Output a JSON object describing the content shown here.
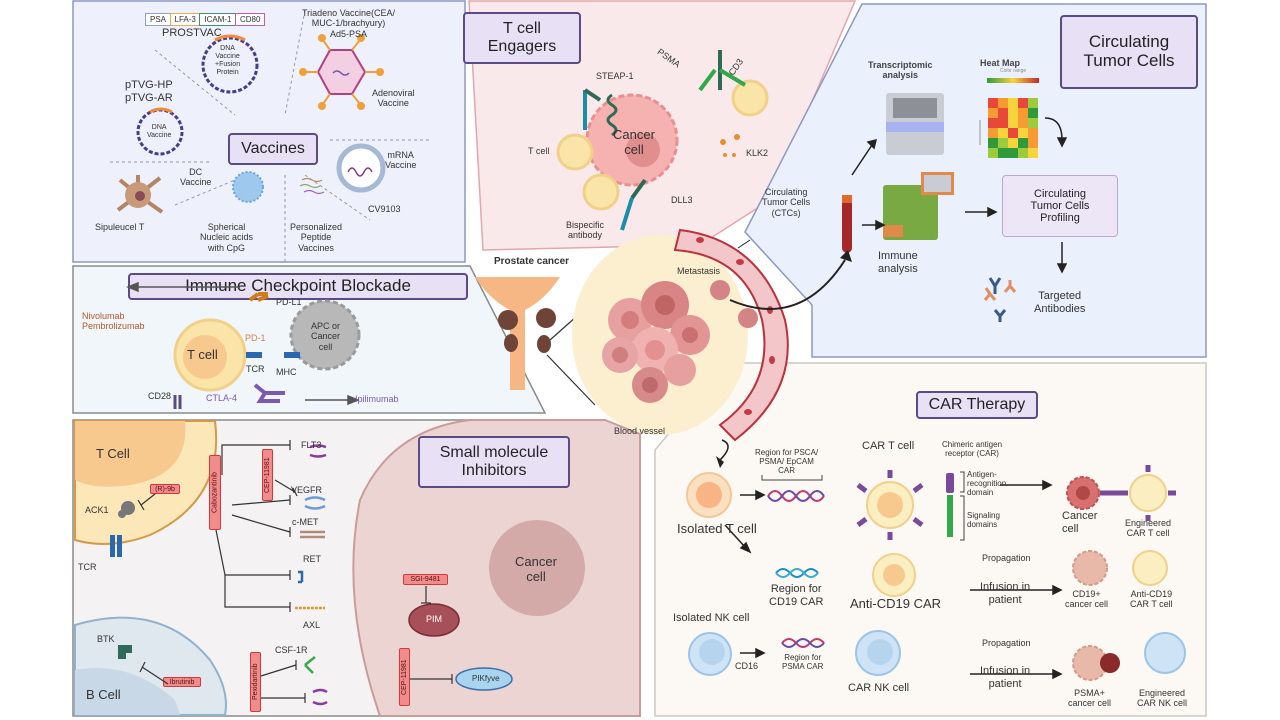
{
  "center": {
    "prostate_cancer_label": "Prostate cancer",
    "metastasis_label": "Metastasis",
    "blood_vessel_label": "Blood vessel",
    "ctc_label": [
      "Circulating",
      "Tumor Cells",
      "(CTCs)"
    ]
  },
  "vaccines": {
    "title": "Vaccines",
    "prostvac_tags": [
      {
        "text": "PSA",
        "color": "#8fa3c8"
      },
      {
        "text": "LFA-3",
        "color": "#e5b04a"
      },
      {
        "text": "ICAM-1",
        "color": "#3f8f7a"
      },
      {
        "text": "CD80",
        "color": "#c45cb0"
      }
    ],
    "prostvac_label": "PROSTVAC",
    "prostvac_plasmid": [
      "DNA",
      "Vaccine",
      "+Fusion",
      "Protein"
    ],
    "triadeno_label": [
      "Triadeno Vaccine(CEA/",
      "MUC-1/brachyury)",
      "Ad5-PSA"
    ],
    "adenoviral_label": [
      "Adenoviral",
      "Vaccine"
    ],
    "ptvg_label": [
      "pTVG-HP",
      "pTVG-AR"
    ],
    "dna_vaccine_label": [
      "DNA",
      "Vaccine"
    ],
    "mrna_label": [
      "mRNA",
      "Vaccine"
    ],
    "dc_label": [
      "DC",
      "Vaccine"
    ],
    "cv9103_label": "CV9103",
    "sipuleucel_label": "Sipuleucel T",
    "sna_label": [
      "Spherical",
      "Nucleic acids",
      "with CpG"
    ],
    "peptide_label": [
      "Personalized",
      "Peptide",
      "Vaccines"
    ]
  },
  "t_cell_engagers": {
    "title": [
      "T cell",
      "Engagers"
    ],
    "steap1": "STEAP-1",
    "psma": "PSMA",
    "cd3": "CD3",
    "t_cell": "T cell",
    "cancer_cell": [
      "Cancer",
      "cell"
    ],
    "klk2": "KLK2",
    "dll3": "DLL3",
    "bispecific": [
      "Bispecific",
      "antibody"
    ]
  },
  "ctc": {
    "title": [
      "Circulating",
      "Tumor Cells"
    ],
    "transcriptomic": [
      "Transcriptomic",
      "analysis"
    ],
    "heat_map": "Heat Map",
    "heat_map_scale": "Color range",
    "immune": [
      "Immune",
      "analysis"
    ],
    "profiling": [
      "Circulating",
      "Tumor Cells",
      "Profiling"
    ],
    "targeted": [
      "Targeted",
      "Antibodies"
    ],
    "heatmap_colors": [
      "#e8473a",
      "#f59b32",
      "#f7d33c",
      "#e8473a",
      "#9ccc3c",
      "#f59b32",
      "#e8473a",
      "#f7d33c",
      "#f59b32",
      "#2f9a3a",
      "#e8473a",
      "#e8473a",
      "#f7d33c",
      "#f59b32",
      "#9ccc3c",
      "#f59b32",
      "#f7d33c",
      "#e8473a",
      "#f7d33c",
      "#f59b32",
      "#2f9a3a",
      "#9ccc3c",
      "#f7d33c",
      "#2f9a3a",
      "#f59b32",
      "#9ccc3c",
      "#2f9a3a",
      "#2f9a3a",
      "#9ccc3c",
      "#f7d33c"
    ]
  },
  "icb": {
    "title": "Immune Checkpoint Blockade",
    "nivolumab": "Nivolumab",
    "pembrolizumab": "Pembrolizumab",
    "pdl1": "PD-L1",
    "pd1": "PD-1",
    "t_cell": "T cell",
    "tcr": "TCR",
    "mhc": "MHC",
    "apc": [
      "APC or",
      "Cancer",
      "cell"
    ],
    "cd28": "CD28",
    "ctla4": "CTLA-4",
    "ipilimumab": "Ipilimumab"
  },
  "smi": {
    "title": [
      "Small molecule",
      "Inhibitors"
    ],
    "t_cell": "T Cell",
    "ack1": "ACK1",
    "r9b": "(R)-9b",
    "tcr": "TCR",
    "b_cell": "B Cell",
    "btk": "BTK",
    "ibrutinib": "Ibrutinib",
    "cabozantinib": "Cabozantinib",
    "cep_a": "CEP-11981",
    "cep_b": "CEP-11981",
    "pexidartinib": "Pexidartinib",
    "sgi": "SGI-9481",
    "pim": "PIM",
    "pikfyve": "PIKfyve",
    "cancer_cell": [
      "Cancer",
      "cell"
    ],
    "targets": [
      "FLT3",
      "VEGFR",
      "c-MET",
      "RET",
      "AXL",
      "CSF-1R"
    ]
  },
  "car": {
    "title": "CAR Therapy",
    "isolated_t": "Isolated T cell",
    "region_psca": [
      "Region for PSCA/",
      "PSMA/ EpCAM",
      "CAR"
    ],
    "car_t_cell": "CAR T cell",
    "chimeric": [
      "Chimeric antigen",
      "receptor (CAR)"
    ],
    "antigen_domain": [
      "Antigen-",
      "recognition",
      "domain"
    ],
    "signaling_domain": [
      "Signaling",
      "domains"
    ],
    "cancer_cell": [
      "Cancer",
      "cell"
    ],
    "engineered_car_t": [
      "Engineered",
      "CAR T cell"
    ],
    "region_cd19": [
      "Region for",
      "CD19 CAR"
    ],
    "anti_cd19": "Anti-CD19 CAR",
    "propagation_1": "Propagation",
    "infusion_1": [
      "Infusion in",
      "patient"
    ],
    "cd19_cancer": [
      "CD19+",
      "cancer cell"
    ],
    "anti_cd19_t": [
      "Anti-CD19",
      "CAR T cell"
    ],
    "isolated_nk": "Isolated NK cell",
    "cd16": "CD16",
    "region_psma": [
      "Region for",
      "PSMA CAR"
    ],
    "car_nk": "CAR NK cell",
    "propagation_2": "Propagation",
    "infusion_2": [
      "Infusion in",
      "patient"
    ],
    "psma_cancer": [
      "PSMA+",
      "cancer cell"
    ],
    "engineered_car_nk": [
      "Engineered",
      "CAR NK cell"
    ]
  }
}
